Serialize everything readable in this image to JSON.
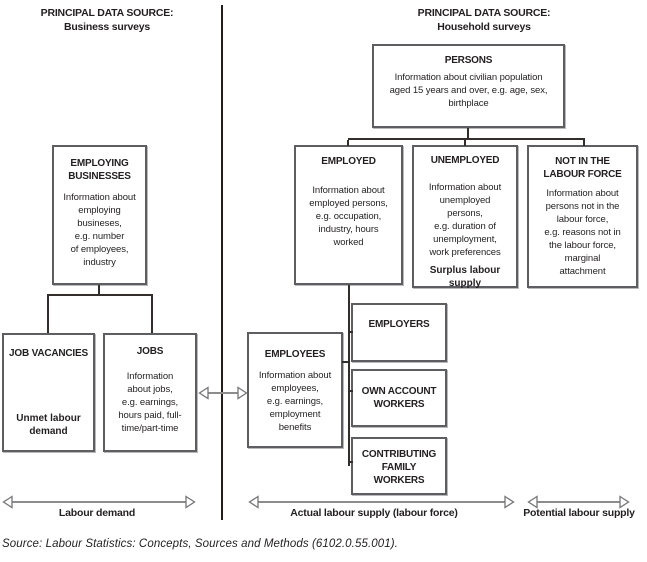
{
  "colors": {
    "text": "#231f20",
    "line": "#332d2b",
    "divider": "#221d1b",
    "box-border": "#5d5e61",
    "arrow": "#8c8c8c"
  },
  "headers": {
    "left": {
      "line1": "PRINCIPAL DATA SOURCE:",
      "line2": "Business surveys"
    },
    "right": {
      "line1": "PRINCIPAL DATA SOURCE:",
      "line2": "Household surveys"
    }
  },
  "boxes": {
    "persons": {
      "title": "PERSONS",
      "body": "Information about civilian population\naged 15 years and over, e.g. age, sex,\nbirthplace"
    },
    "employed": {
      "title": "EMPLOYED",
      "body": "Information about\nemployed persons,\ne.g. occupation,\nindustry, hours\nworked"
    },
    "unemployed": {
      "title": "UNEMPLOYED",
      "body": "Information about\nunemployed\npersons,\ne.g. duration of\nunemployment,\nwork preferences",
      "foot": "Surplus labour\nsupply"
    },
    "not_in_labour_force": {
      "title": "NOT IN THE\nLABOUR FORCE",
      "body": "Information about\npersons not in the\nlabour force,\ne.g. reasons not in\nthe labour force,\nmarginal\nattachment"
    },
    "employing_businesses": {
      "title": "EMPLOYING\nBUSINESSES",
      "body": "Information about\nemploying\nbusineses,\ne.g. number\nof employees,\nindustry"
    },
    "job_vacancies": {
      "title": "JOB VACANCIES",
      "foot": "Unmet labour\ndemand"
    },
    "jobs": {
      "title": "JOBS",
      "body": "Information\nabout jobs,\ne.g. earnings,\nhours paid, full-\ntime/part-time"
    },
    "employees": {
      "title": "EMPLOYEES",
      "body": "Information about\nemployees,\ne.g. earnings,\nemployment\nbenefits"
    },
    "employers": {
      "title": "EMPLOYERS"
    },
    "own_account_workers": {
      "title": "OWN ACCOUNT\nWORKERS"
    },
    "contributing_family_workers": {
      "title": "CONTRIBUTING\nFAMILY\nWORKERS"
    }
  },
  "axis_labels": {
    "labour_demand": "Labour demand",
    "actual_labour_supply": "Actual labour supply (labour force)",
    "potential_labour_supply": "Potential labour supply"
  },
  "source_note": "Source: Labour Statistics: Concepts, Sources and Methods (6102.0.55.001)."
}
